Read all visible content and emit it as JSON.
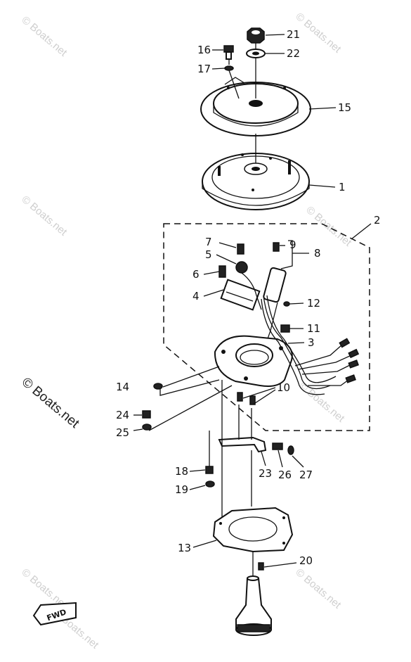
{
  "watermarks": [
    {
      "text": "© Boats.net"
    },
    {
      "text": "© Boats.net"
    },
    {
      "text": "© Boats.net"
    },
    {
      "text": "© Boats.net"
    },
    {
      "text": "© Boats.net"
    },
    {
      "text": "© Boats.net"
    },
    {
      "text": "© Boats.net"
    },
    {
      "text": "© Boats.net"
    }
  ],
  "side_watermark": "© Boats.net",
  "fwd_label": "FWD",
  "callouts": {
    "c1": "1",
    "c2": "2",
    "c3": "3",
    "c4": "4",
    "c5": "5",
    "c6": "6",
    "c7": "7",
    "c8": "8",
    "c9": "9",
    "c10": "10",
    "c11": "11",
    "c12": "12",
    "c13": "13",
    "c14": "14",
    "c15": "15",
    "c16": "16",
    "c17": "17",
    "c18": "18",
    "c19": "19",
    "c20": "20",
    "c21": "21",
    "c22": "22",
    "c23": "23",
    "c24": "24",
    "c25": "25",
    "c26": "26",
    "c27": "27"
  }
}
